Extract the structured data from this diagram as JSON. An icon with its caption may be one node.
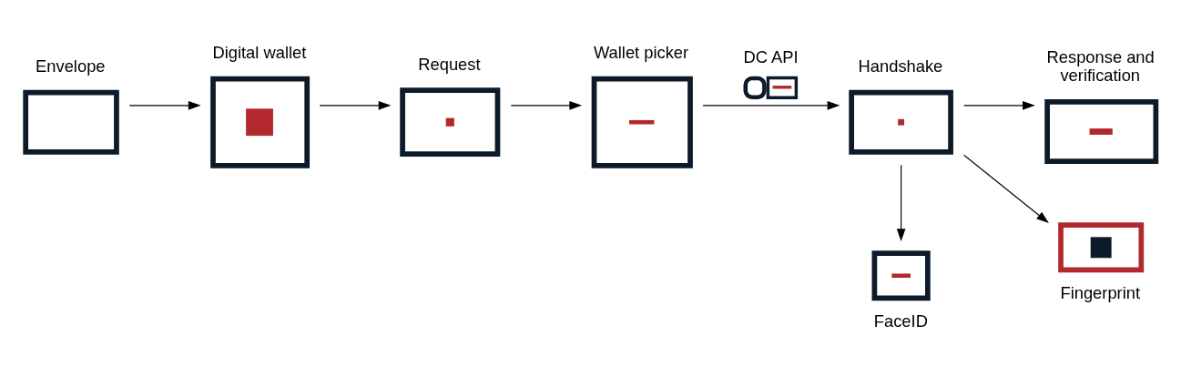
{
  "diagram": {
    "nodes": [
      {
        "text": [
          "Envelope"
        ]
      },
      {
        "text": [
          "Digital wallet"
        ]
      },
      {
        "text": [
          "Request"
        ]
      },
      {
        "text": [
          "Wallet picker"
        ]
      },
      {
        "text": [
          "Handshake"
        ]
      },
      {
        "text": [
          "Response and verification"
        ]
      },
      {
        "text": [
          "FaceID"
        ]
      },
      {
        "text": [
          "Fingerprint"
        ]
      }
    ],
    "edges": [
      {
        "from": 0,
        "to": 1,
        "arrow": "to"
      },
      {
        "from": 1,
        "to": 2,
        "arrow": "to"
      },
      {
        "from": 2,
        "to": 3,
        "arrow": "to"
      },
      {
        "from": 3,
        "to": 4,
        "arrow": "to",
        "label": "DC API"
      },
      {
        "from": 4,
        "to": 5,
        "arrow": "to"
      },
      {
        "from": 4,
        "to": 6,
        "arrow": "to"
      },
      {
        "from": 4,
        "to": 7,
        "arrow": "to"
      }
    ]
  }
}
